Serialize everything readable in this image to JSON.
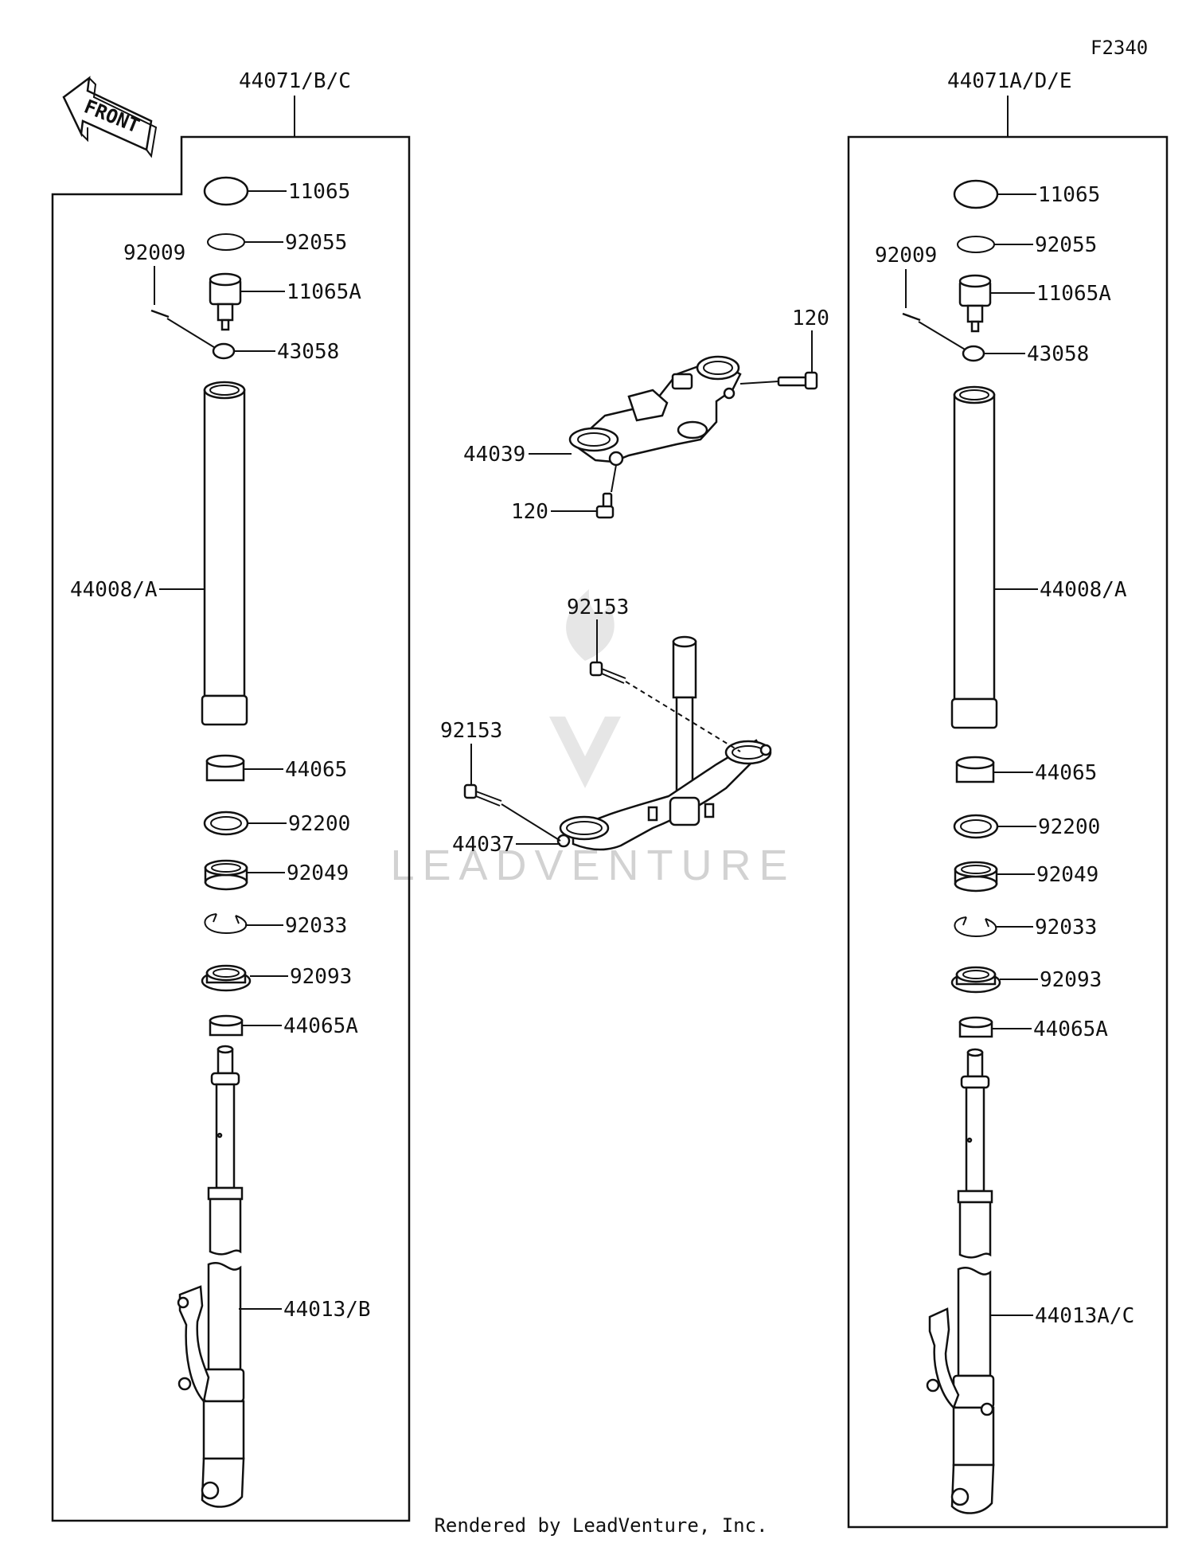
{
  "diagram_code": "F2340",
  "front_arrow_text": "FRONT",
  "left_assembly": {
    "title": "44071/B/C",
    "labels": {
      "cap": "11065",
      "oring": "92055",
      "bolt": "11065A",
      "screw": "92009",
      "washer": "43058",
      "tube": "44008/A",
      "bush": "44065",
      "washer2": "92200",
      "seal": "92049",
      "clip": "92033",
      "dust_seal": "92093",
      "bush2": "44065A",
      "outer": "44013/B"
    }
  },
  "right_assembly": {
    "title": "44071A/D/E",
    "labels": {
      "cap": "11065",
      "oring": "92055",
      "bolt": "11065A",
      "screw": "92009",
      "washer": "43058",
      "tube": "44008/A",
      "bush": "44065",
      "washer2": "92200",
      "seal": "92049",
      "clip": "92033",
      "dust_seal": "92093",
      "bush2": "44065A",
      "outer": "44013A/C"
    }
  },
  "center_parts": {
    "upper_bracket": "44039",
    "bolt_top": "120",
    "bolt_bottom": "120",
    "stem": "44037",
    "stem_bolt_top": "92153",
    "stem_bolt_left": "92153"
  },
  "watermark": "LEADVENTURE",
  "footer": "Rendered by LeadVenture, Inc."
}
